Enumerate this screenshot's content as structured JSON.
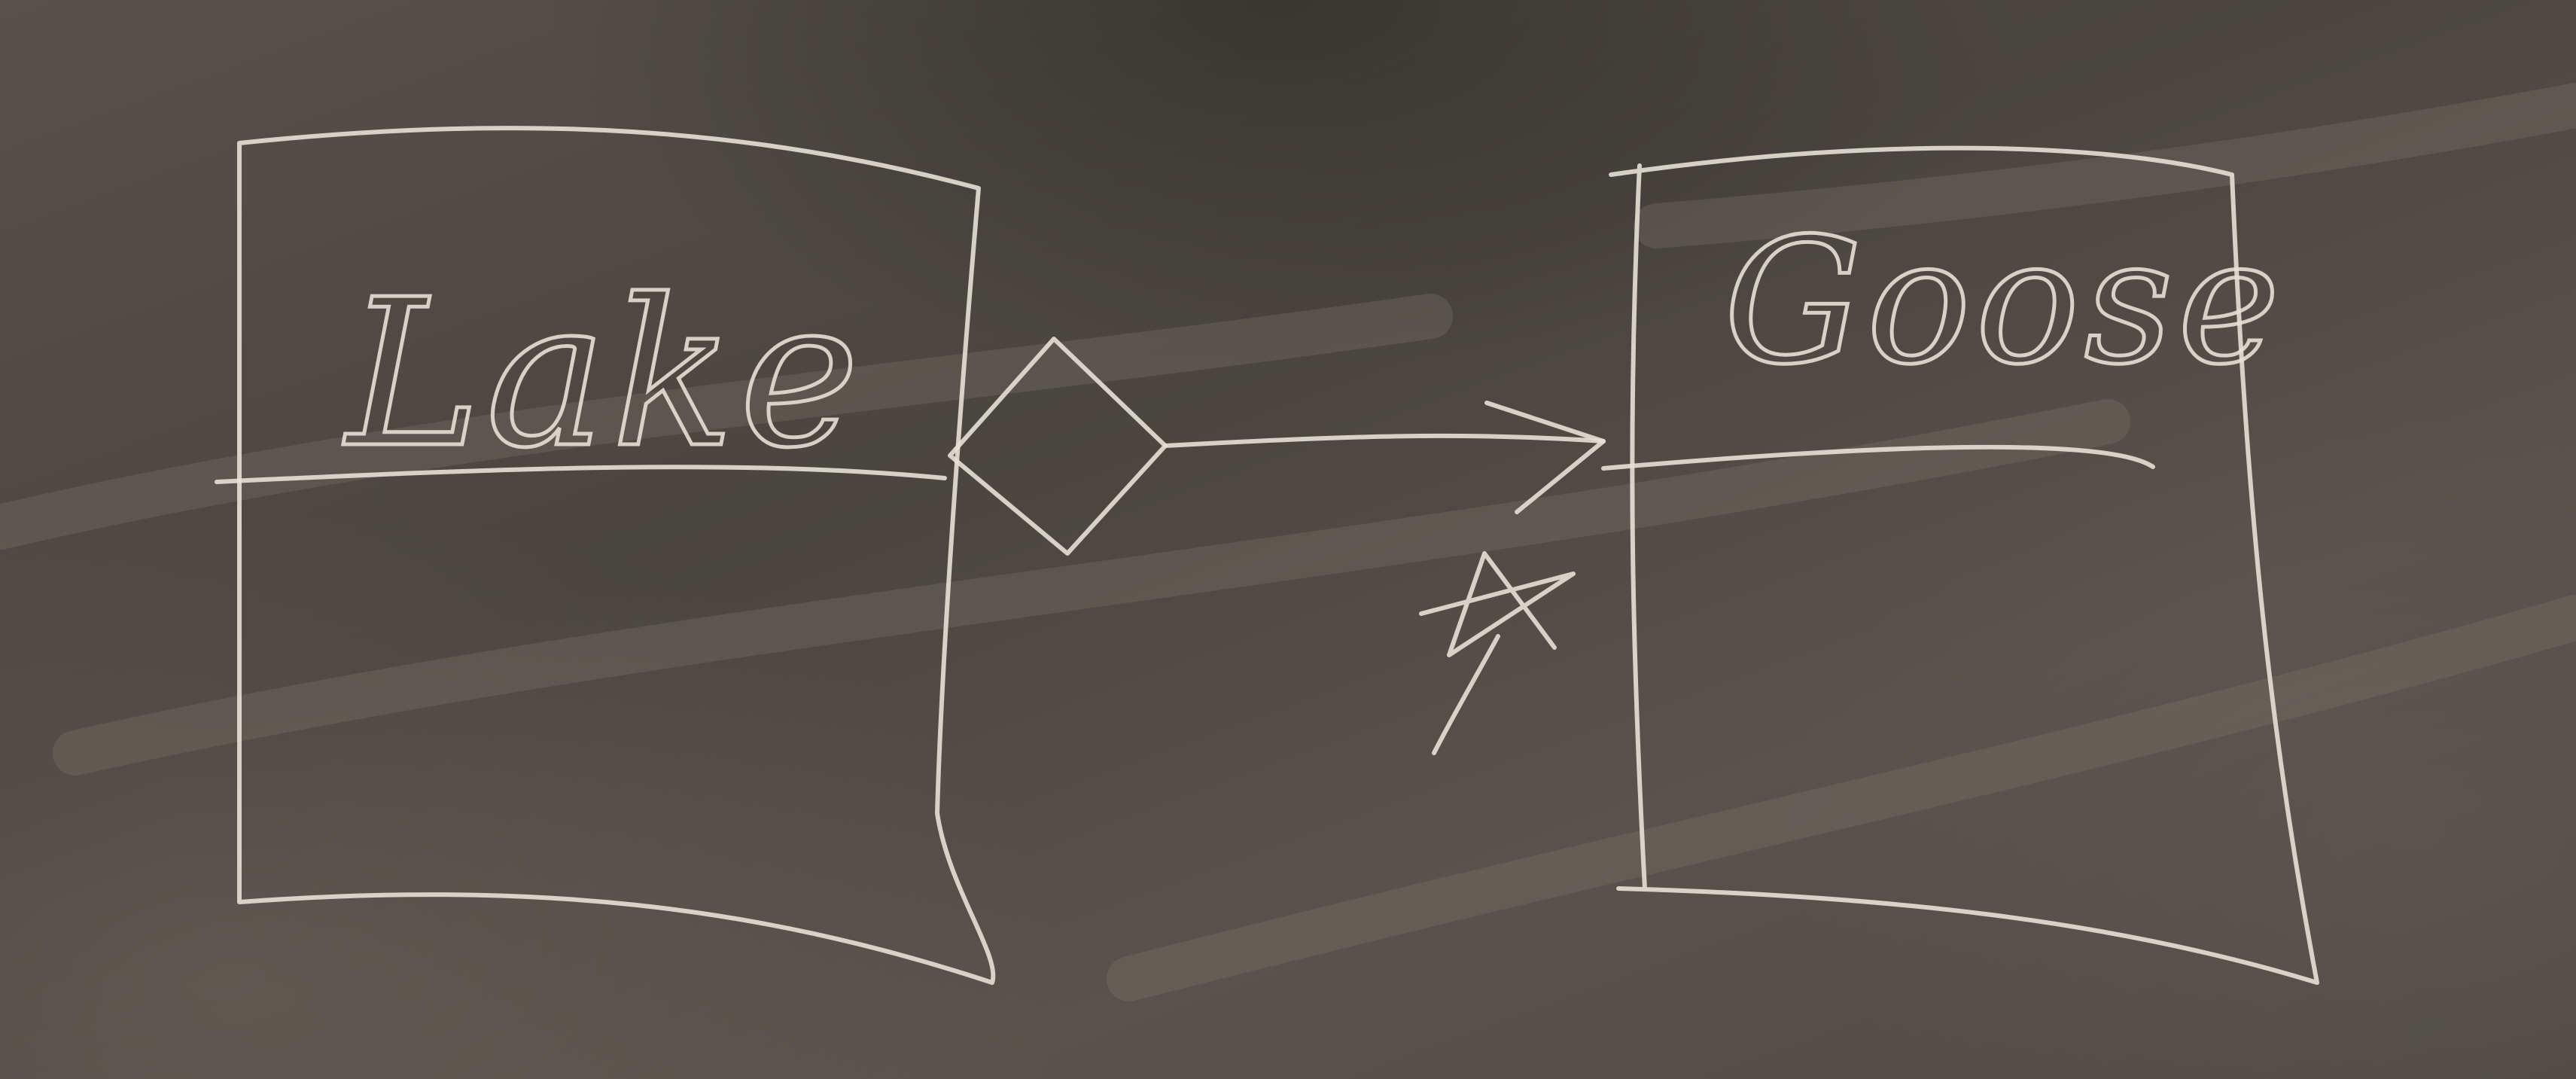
{
  "diagram": {
    "classes": [
      {
        "id": "lake",
        "name": "Lake"
      },
      {
        "id": "goose",
        "name": "Goose"
      }
    ],
    "association": {
      "type": "aggregation",
      "from": "lake",
      "to": "goose",
      "navigable": true,
      "multiplicity_at_target": "*"
    }
  },
  "colors": {
    "board": "#4d4842",
    "chalk": "#e6e1d6"
  }
}
